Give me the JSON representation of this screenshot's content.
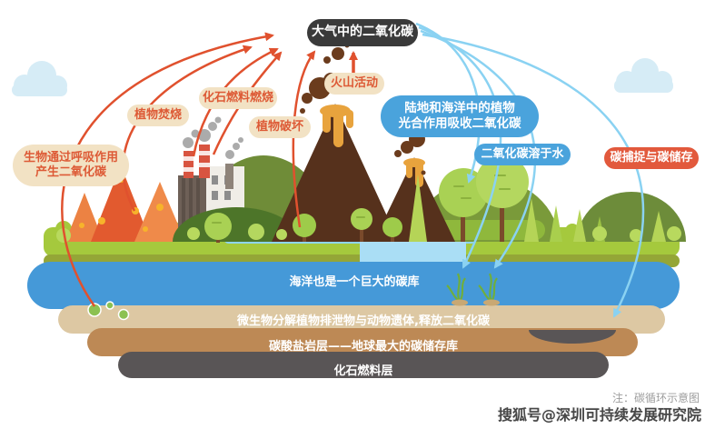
{
  "atmosphere_label": "大气中的二氧化碳",
  "process_labels": {
    "respiration_line1": "生物通过呼吸作用",
    "respiration_line2": "产生二氧化碳",
    "plant_burning": "植物焚烧",
    "fossil_fuel_burning": "化石燃料燃烧",
    "plant_destruction": "植物破坏",
    "volcano_activity": "火山活动",
    "photosynthesis_line1": "陆地和海洋中的植物",
    "photosynthesis_line2": "光合作用吸收二氧化碳",
    "co2_dissolves_in_water": "二氧化碳溶于水",
    "carbon_capture_storage": "碳捕捉与碳储存"
  },
  "layer_labels": {
    "ocean": "海洋也是一个巨大的碳库",
    "microbial": "微生物分解植物排泄物与动物遗体,释放二氧化碳",
    "carbonate": "碳酸盐岩层——地球最大的碳储存库",
    "fossil_fuel": "化石燃料层"
  },
  "footer": {
    "note": "注：碳循环示意图",
    "watermark": "搜狐号@深圳可持续发展研究院"
  },
  "colors": {
    "pill-dark": "#3a3a3a",
    "pill-tan": "#f2e2c4",
    "pill-tan-text": "#dd5a36",
    "pill-blue": "#4aa3dc",
    "pill-red": "#e2593c",
    "arrow-red": "#e0512e",
    "arrow-blue": "#8ad2f2",
    "ocean": "#4599d8",
    "land-green": "#a5c93d",
    "land-olive": "#94a637",
    "layer-tan": "#ddc8a3",
    "layer-brown": "#bd8955",
    "layer-dark": "#595556",
    "cloud": "#d6ecf6",
    "river": "#8ed5f2"
  }
}
